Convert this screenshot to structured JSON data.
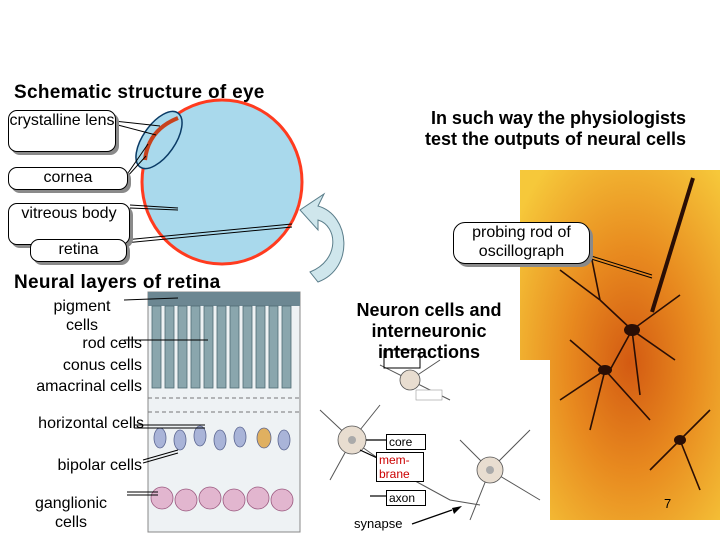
{
  "eye": {
    "title": "Schematic structure of eye",
    "labels": {
      "crystalline_lens": "crystalline lens",
      "cornea": "cornea",
      "vitreous_body": "vitreous body",
      "retina": "retina"
    }
  },
  "physiology": {
    "text": "In such way the physiologists test the outputs of neural cells",
    "probe_label": "probing rod of oscillograph"
  },
  "retina_layers": {
    "title": "Neural layers of retina",
    "labels": {
      "pigment": "pigment cells",
      "rod": "rod cells",
      "conus": "conus cells",
      "amacrinal": "amacrinal cells",
      "horizontal": "horizontal cells",
      "bipolar": "bipolar cells",
      "ganglionic": "ganglionic cells"
    }
  },
  "neuron": {
    "title": "Neuron cells and interneuronic interactions",
    "labels": {
      "core": "core",
      "membrane": "mem-brane",
      "axon": "axon",
      "synapse": "synapse"
    }
  },
  "slide_number": "7",
  "colors": {
    "eye_fill": "#a9d9ec",
    "eye_stroke": "#ff3b1f",
    "arrow_fill": "#cfe6ec",
    "neuron_bg_light": "#f6c83a",
    "neuron_bg_dark": "#d35a12",
    "membrane_red": "#cc0000"
  }
}
